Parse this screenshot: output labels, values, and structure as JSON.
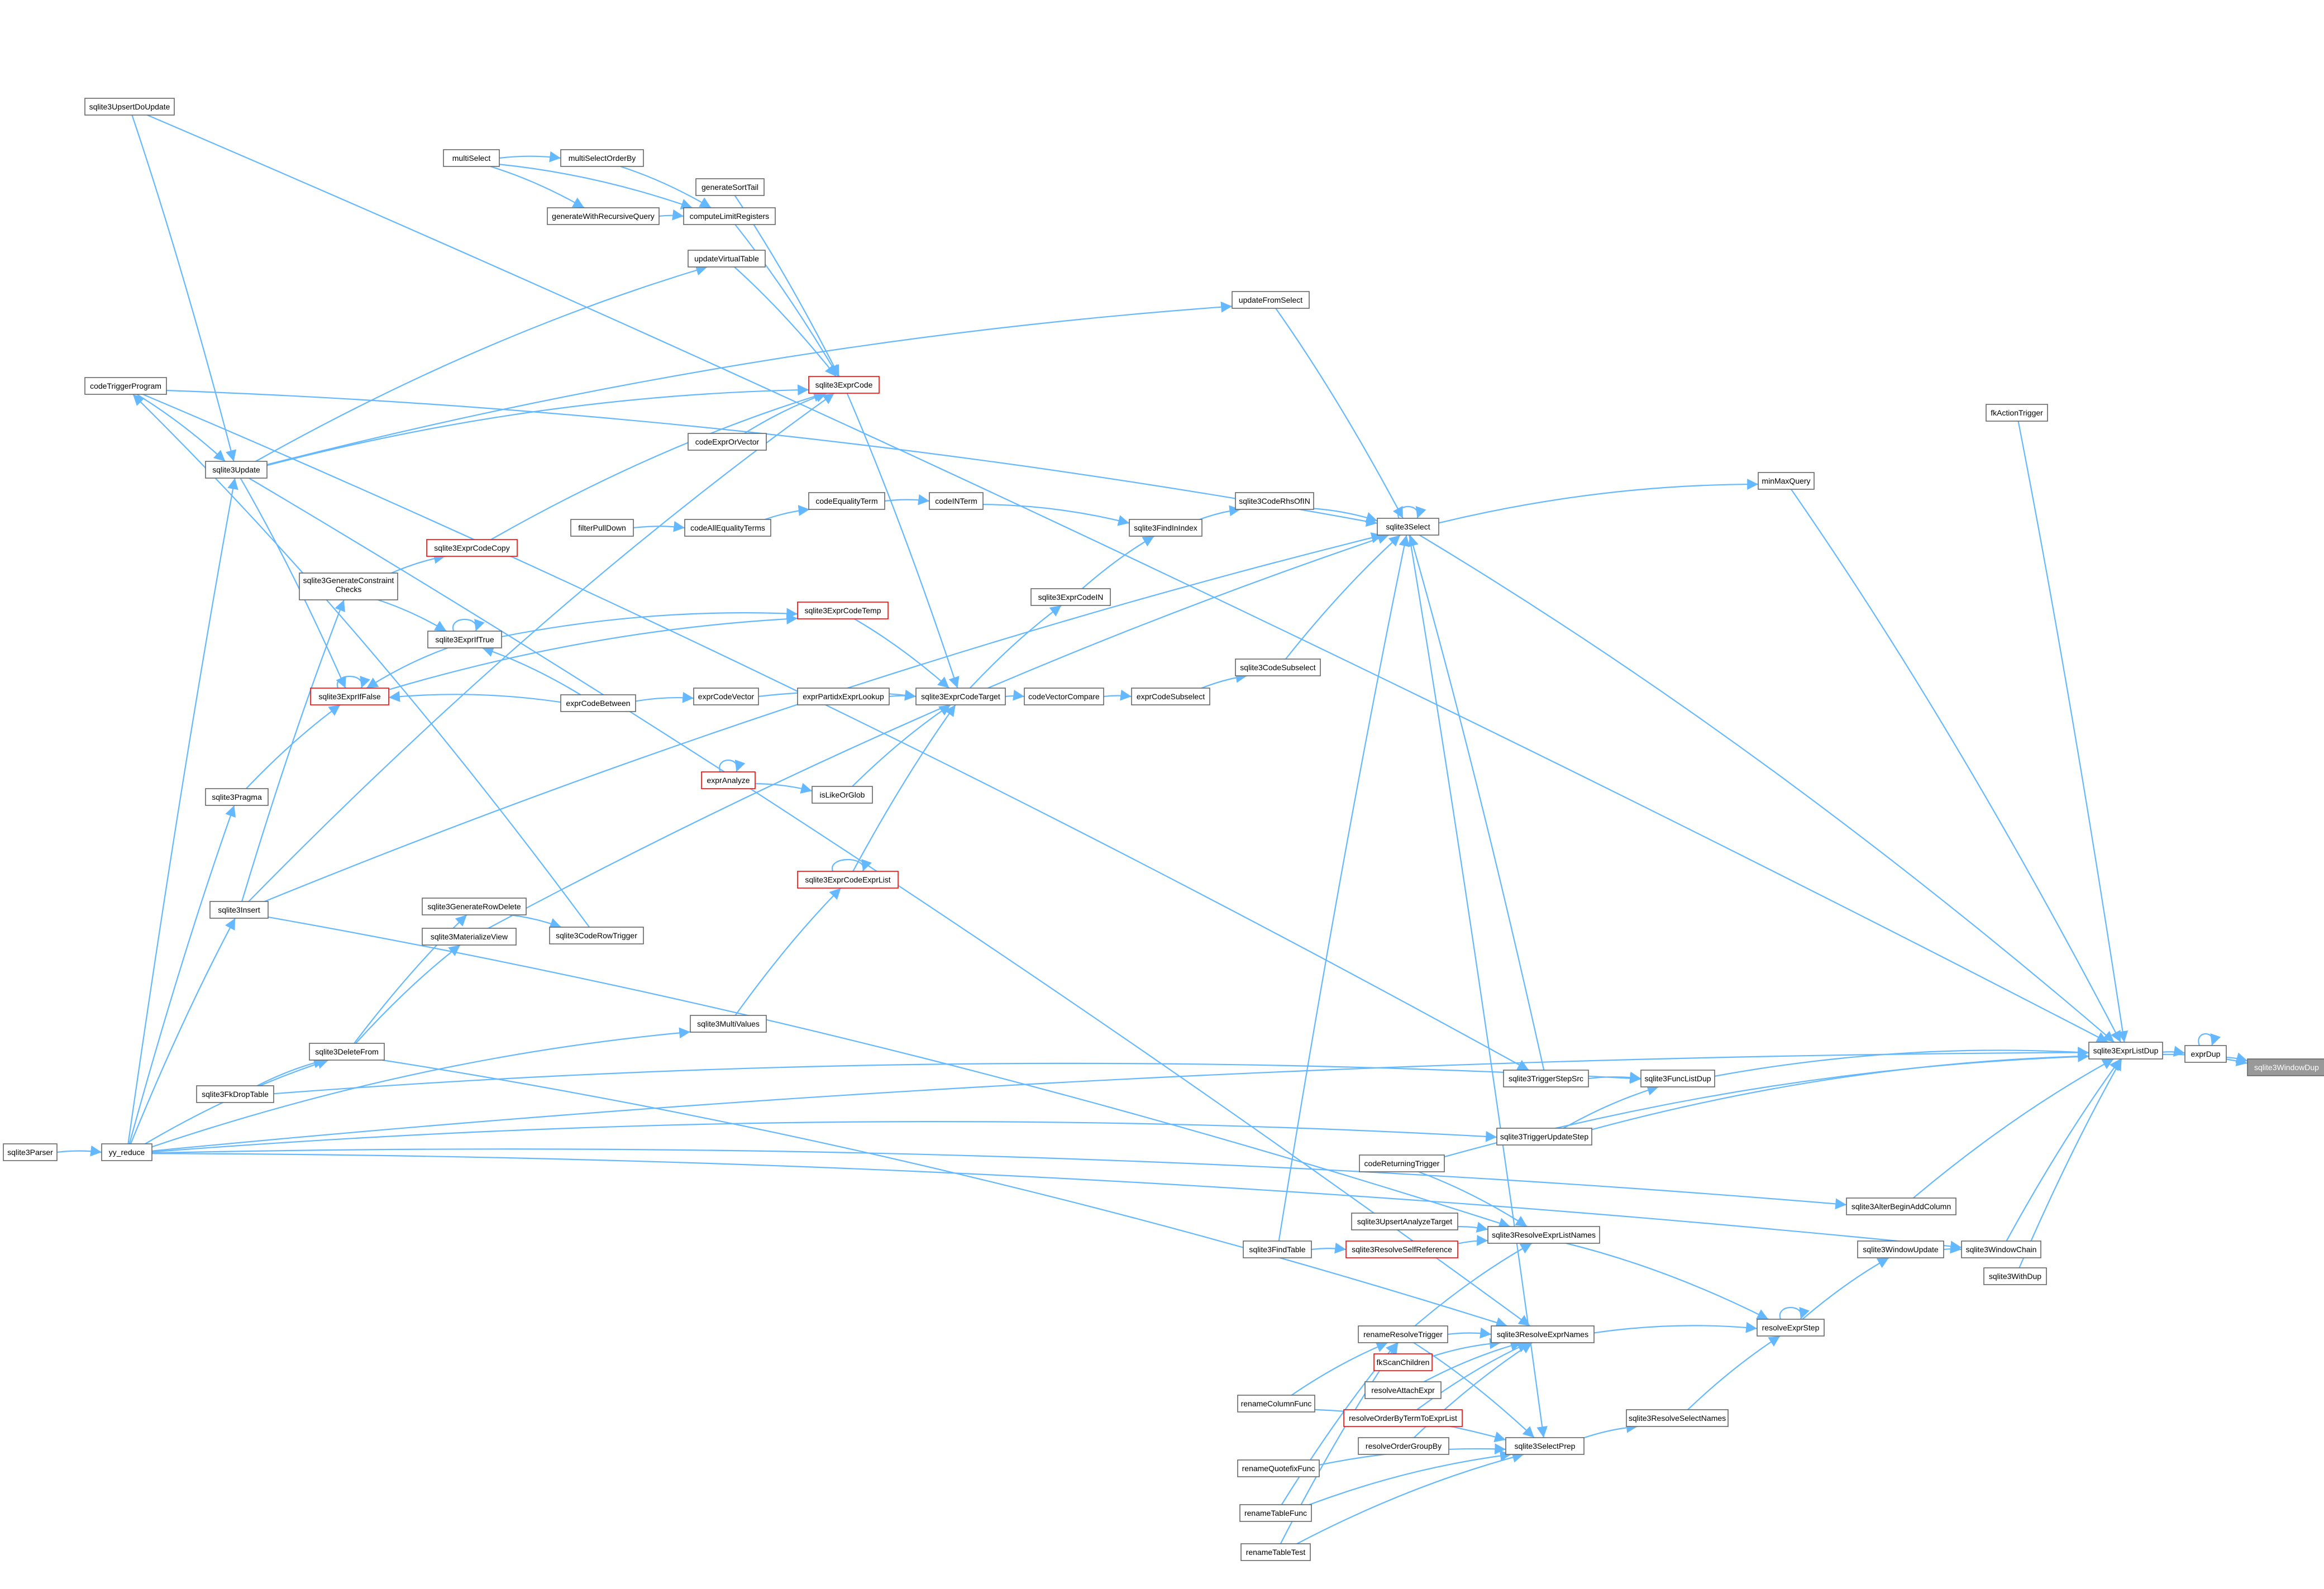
{
  "nodes": [
    {
      "id": "sqlite3WindowDup",
      "label": "sqlite3WindowDup",
      "root": true
    },
    {
      "id": "exprDup",
      "label": "exprDup"
    },
    {
      "id": "sqlite3ExprListDup",
      "label": "sqlite3ExprListDup"
    },
    {
      "id": "fkActionTrigger",
      "label": "fkActionTrigger"
    },
    {
      "id": "minMaxQuery",
      "label": "minMaxQuery"
    },
    {
      "id": "sqlite3AlterBeginAddColumn",
      "label": "sqlite3AlterBeginAddColumn"
    },
    {
      "id": "sqlite3WindowChain",
      "label": "sqlite3WindowChain"
    },
    {
      "id": "sqlite3WindowUpdate",
      "label": "sqlite3WindowUpdate"
    },
    {
      "id": "sqlite3WithDup",
      "label": "sqlite3WithDup"
    },
    {
      "id": "resolveExprStep",
      "label": "resolveExprStep"
    },
    {
      "id": "sqlite3ResolveSelectNames",
      "label": "sqlite3ResolveSelectNames"
    },
    {
      "id": "sqlite3FuncListDup",
      "label": "sqlite3FuncListDup"
    },
    {
      "id": "sqlite3TriggerStepSrc",
      "label": "sqlite3TriggerStepSrc"
    },
    {
      "id": "sqlite3TriggerUpdateStep",
      "label": "sqlite3TriggerUpdateStep"
    },
    {
      "id": "codeReturningTrigger",
      "label": "codeReturningTrigger"
    },
    {
      "id": "sqlite3UpsertAnalyzeTarget",
      "label": "sqlite3UpsertAnalyzeTarget"
    },
    {
      "id": "sqlite3ResolveExprListNames",
      "label": "sqlite3ResolveExprListNames"
    },
    {
      "id": "sqlite3FindTable",
      "label": "sqlite3FindTable"
    },
    {
      "id": "sqlite3ResolveSelfReference",
      "label": "sqlite3ResolveSelfReference",
      "red": true
    },
    {
      "id": "renameResolveTrigger",
      "label": "renameResolveTrigger"
    },
    {
      "id": "sqlite3ResolveExprNames",
      "label": "sqlite3ResolveExprNames"
    },
    {
      "id": "fkScanChildren",
      "label": "fkScanChildren",
      "red": true
    },
    {
      "id": "resolveAttachExpr",
      "label": "resolveAttachExpr"
    },
    {
      "id": "resolveOrderByTermToExprList",
      "label": "resolveOrderByTermToExprList",
      "red": true
    },
    {
      "id": "resolveOrderGroupBy",
      "label": "resolveOrderGroupBy"
    },
    {
      "id": "sqlite3SelectPrep",
      "label": "sqlite3SelectPrep"
    },
    {
      "id": "renameColumnFunc",
      "label": "renameColumnFunc"
    },
    {
      "id": "renameQuotefixFunc",
      "label": "renameQuotefixFunc"
    },
    {
      "id": "renameTableFunc",
      "label": "renameTableFunc"
    },
    {
      "id": "renameTableTest",
      "label": "renameTableTest"
    },
    {
      "id": "sqlite3Select",
      "label": "sqlite3Select"
    },
    {
      "id": "sqlite3CodeRhsOfIN",
      "label": "sqlite3CodeRhsOfIN"
    },
    {
      "id": "sqlite3CodeSubselect",
      "label": "sqlite3CodeSubselect"
    },
    {
      "id": "updateFromSelect",
      "label": "updateFromSelect"
    },
    {
      "id": "sqlite3FindInIndex",
      "label": "sqlite3FindInIndex"
    },
    {
      "id": "sqlite3ExprCodeIN",
      "label": "sqlite3ExprCodeIN"
    },
    {
      "id": "exprCodeSubselect",
      "label": "exprCodeSubselect"
    },
    {
      "id": "codeVectorCompare",
      "label": "codeVectorCompare"
    },
    {
      "id": "sqlite3ExprCodeTarget",
      "label": "sqlite3ExprCodeTarget"
    },
    {
      "id": "exprPartidxExprLookup",
      "label": "exprPartidxExprLookup"
    },
    {
      "id": "exprCodeVector",
      "label": "exprCodeVector"
    },
    {
      "id": "isLikeOrGlob",
      "label": "isLikeOrGlob"
    },
    {
      "id": "exprAnalyze",
      "label": "exprAnalyze",
      "red": true
    },
    {
      "id": "sqlite3ExprCodeExprList",
      "label": "sqlite3ExprCodeExprList",
      "red": true
    },
    {
      "id": "sqlite3MultiValues",
      "label": "sqlite3MultiValues"
    },
    {
      "id": "sqlite3ExprCodeTemp",
      "label": "sqlite3ExprCodeTemp",
      "red": true
    },
    {
      "id": "sqlite3ExprIfTrue",
      "label": "sqlite3ExprIfTrue"
    },
    {
      "id": "sqlite3ExprIfFalse",
      "label": "sqlite3ExprIfFalse",
      "red": true
    },
    {
      "id": "exprCodeBetween",
      "label": "exprCodeBetween"
    },
    {
      "id": "codeINTerm",
      "label": "codeINTerm"
    },
    {
      "id": "codeEqualityTerm",
      "label": "codeEqualityTerm"
    },
    {
      "id": "codeAllEqualityTerms",
      "label": "codeAllEqualityTerms"
    },
    {
      "id": "filterPullDown",
      "label": "filterPullDown"
    },
    {
      "id": "sqlite3ExprCode",
      "label": "sqlite3ExprCode",
      "red": true
    },
    {
      "id": "codeExprOrVector",
      "label": "codeExprOrVector"
    },
    {
      "id": "updateVirtualTable",
      "label": "updateVirtualTable"
    },
    {
      "id": "generateSortTail",
      "label": "generateSortTail"
    },
    {
      "id": "computeLimitRegisters",
      "label": "computeLimitRegisters"
    },
    {
      "id": "multiSelectOrderBy",
      "label": "multiSelectOrderBy"
    },
    {
      "id": "multiSelect",
      "label": "multiSelect"
    },
    {
      "id": "generateWithRecursiveQuery",
      "label": "generateWithRecursiveQuery"
    },
    {
      "id": "sqlite3ExprCodeCopy",
      "label": "sqlite3ExprCodeCopy",
      "red": true
    },
    {
      "id": "sqlite3GenerateConstraintChecks",
      "label": "sqlite3GenerateConstraint Checks"
    },
    {
      "id": "sqlite3Update",
      "label": "sqlite3Update"
    },
    {
      "id": "sqlite3UpsertDoUpdate",
      "label": "sqlite3UpsertDoUpdate"
    },
    {
      "id": "codeTriggerProgram",
      "label": "codeTriggerProgram"
    },
    {
      "id": "sqlite3Pragma",
      "label": "sqlite3Pragma"
    },
    {
      "id": "sqlite3Insert",
      "label": "sqlite3Insert"
    },
    {
      "id": "sqlite3GenerateRowDelete",
      "label": "sqlite3GenerateRowDelete"
    },
    {
      "id": "sqlite3MaterializeView",
      "label": "sqlite3MaterializeView"
    },
    {
      "id": "sqlite3CodeRowTrigger",
      "label": "sqlite3CodeRowTrigger"
    },
    {
      "id": "sqlite3DeleteFrom",
      "label": "sqlite3DeleteFrom"
    },
    {
      "id": "sqlite3FkDropTable",
      "label": "sqlite3FkDropTable"
    },
    {
      "id": "yy_reduce",
      "label": "yy_reduce"
    },
    {
      "id": "sqlite3Parser",
      "label": "sqlite3Parser"
    }
  ]
}
